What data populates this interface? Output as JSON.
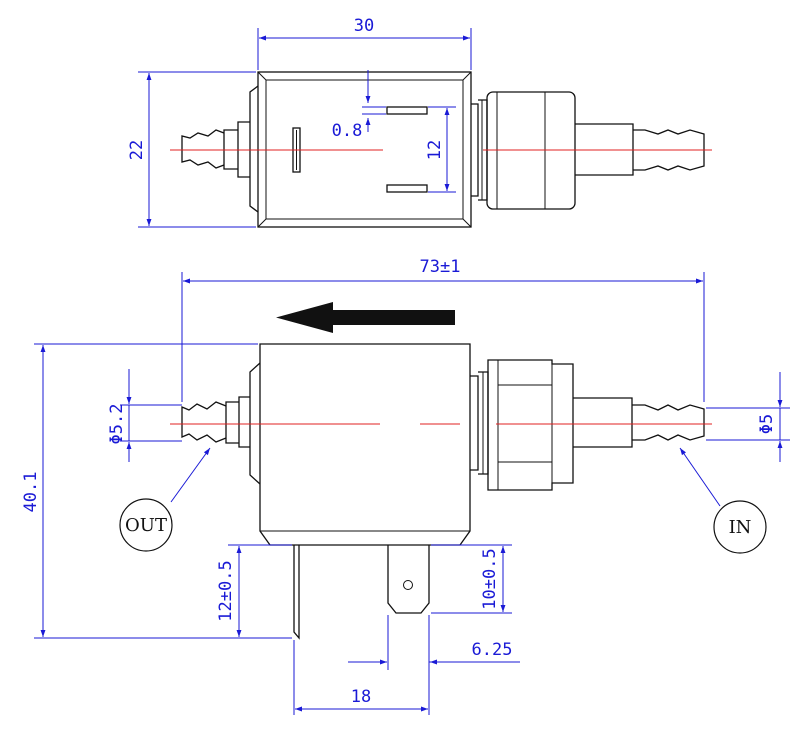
{
  "dimensions": {
    "top_width": "30",
    "top_height": "22",
    "terminal_thickness": "0.8",
    "terminal_spacing": "12",
    "overall_length": "73±1",
    "outlet_diameter": "Φ5.2",
    "inlet_diameter": "Φ5",
    "total_height": "40.1",
    "pin_length_left": "12±0.5",
    "pin_length_right": "10±0.5",
    "tab_width": "6.25",
    "pin_spacing": "18"
  },
  "labels": {
    "outlet": "OUT",
    "inlet": "IN"
  },
  "colors": {
    "dimension": "#1a1ad6",
    "centerline": "#e02020",
    "outline": "#111111"
  }
}
